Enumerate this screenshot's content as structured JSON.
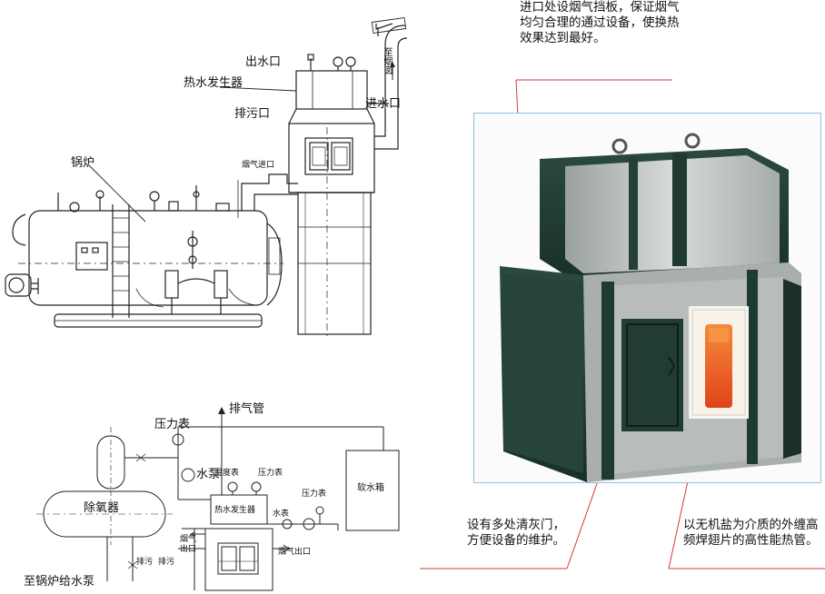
{
  "top_diagram": {
    "outlet": "出水口",
    "generator": "热水发生器",
    "drain": "排污口",
    "inlet": "进水口",
    "to_chimney": "至烟囱",
    "flue_inlet": "烟气进口",
    "boiler": "锅炉"
  },
  "bottom_diagram": {
    "exhaust_pipe": "排气管",
    "pressure_gauge_1": "压力表",
    "pump": "水泵",
    "thermometer": "温度表",
    "pressure_gauge_2": "压力表",
    "pressure_gauge_3": "压力表",
    "soft_water_tank": "软水箱",
    "deaerator": "除氧器",
    "generator": "热水发生器",
    "water_meter": "水表",
    "flue_outlet_left": "烟气出口",
    "flue_outlet_right": "烟气出口",
    "drain_1": "排污",
    "drain_2": "排污",
    "to_boiler_pump": "至锅炉给水泵"
  },
  "notes": {
    "top": "进口处设烟气挡板，保证烟气均匀合理的通过设备，使换热效果达到最好。",
    "bottom_left": "设有多处清灰门，方便设备的维护。",
    "bottom_right": "以无机盐为介质的外缠高频焊翅片的高性能热管。"
  },
  "colors": {
    "frame": "#8cc3e0",
    "leader_line": "#d23a3a",
    "body_dark": "#1f3a30",
    "steel": "#c9ccca",
    "glow": "#ee5a1c"
  }
}
